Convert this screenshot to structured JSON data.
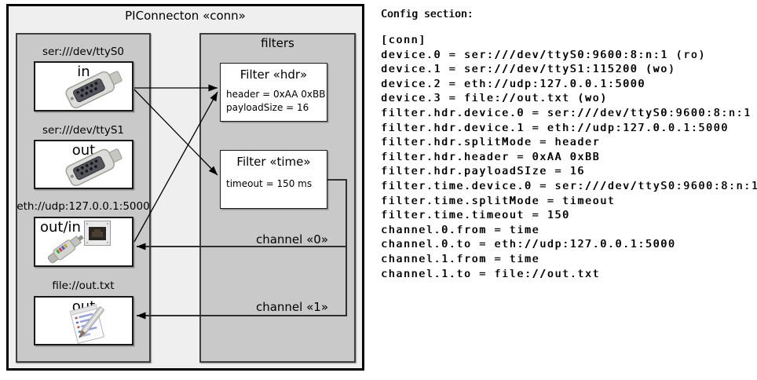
{
  "diagram": {
    "title": "PIConnecton «conn»",
    "filters_panel_title": "filters",
    "devices": [
      {
        "label": "ser:///dev/ttyS0",
        "mode": "in",
        "icon": "serial-port-icon"
      },
      {
        "label": "ser:///dev/ttyS1",
        "mode": "out",
        "icon": "serial-port-icon"
      },
      {
        "label": "eth://udp:127.0.0.1:5000",
        "mode": "out/in",
        "icon": "ethernet-icon"
      },
      {
        "label": "file://out.txt",
        "mode": "out",
        "icon": "file-notepad-icon"
      }
    ],
    "filters": [
      {
        "title": "Filter «hdr»",
        "params": [
          "header = 0xAA 0xBB",
          "payloadSize = 16"
        ]
      },
      {
        "title": "Filter «time»",
        "params": [
          "timeout = 150 ms"
        ]
      }
    ],
    "channels": [
      {
        "label": "channel «0»"
      },
      {
        "label": "channel «1»"
      }
    ],
    "colors": {
      "outer_fill": "#efefef",
      "panel_fill": "#c9c9c9",
      "box_fill": "#ffffff",
      "line": "#000000"
    }
  },
  "config": {
    "title": "Config section:",
    "lines": [
      "[conn]",
      "device.0 = ser:///dev/ttyS0:9600:8:n:1 (ro)",
      "device.1 = ser:///dev/ttyS1:115200 (wo)",
      "device.2 = eth://udp:127.0.0.1:5000",
      "device.3 = file://out.txt (wo)",
      "filter.hdr.device.0 = ser:///dev/ttyS0:9600:8:n:1",
      "filter.hdr.device.1 = eth://udp:127.0.0.1:5000",
      "filter.hdr.splitMode = header",
      "filter.hdr.header = 0xAA 0xBB",
      "filter.hdr.payloadSIze = 16",
      "filter.time.device.0 = ser:///dev/ttyS0:9600:8:n:1",
      "filter.time.splitMode = timeout",
      "filter.time.timeout = 150",
      "channel.0.from = time",
      "channel.0.to = eth://udp:127.0.0.1:5000",
      "channel.1.from = time",
      "channel.1.to = file://out.txt"
    ]
  }
}
